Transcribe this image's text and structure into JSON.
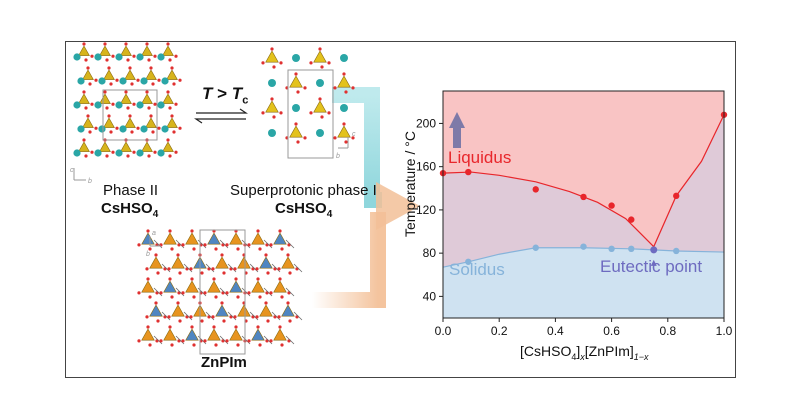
{
  "phase2": {
    "caption": "Phase II",
    "formula": "CsHSO",
    "sub": "4"
  },
  "phase1": {
    "caption": "Superprotonic phase I",
    "formula": "CsHSO",
    "sub": "4"
  },
  "transition": {
    "T": "T",
    "gt": ">",
    "Tc": "T",
    "c_sub": "c"
  },
  "znpim": {
    "formula": "ZnPIm"
  },
  "axes_letters": {
    "a": "a",
    "b": "b",
    "c": "c"
  },
  "colors": {
    "liquid": "#f9c4c4",
    "solid": "#cfe2f1",
    "mix": "#dccbda",
    "liquidus": "#e8262b",
    "solidus": "#86b3da",
    "eutectic": "#6e6bc0"
  },
  "chart_data": {
    "type": "scatter",
    "xlabel_prefix": "[CsHSO",
    "xlabel_sub1": "4",
    "xlabel_mid": "]",
    "xlabel_x": "x",
    "xlabel_rest": "[ZnPIm]",
    "xlabel_sub2": "1−x",
    "ylabel": "Temperature / °C",
    "xlim": [
      0,
      1.0
    ],
    "ylim": [
      20,
      230
    ],
    "x_ticks": [
      "0.0",
      "0.2",
      "0.4",
      "0.6",
      "0.8",
      "1.0"
    ],
    "y_ticks": [
      "40",
      "80",
      "120",
      "160",
      "200"
    ],
    "series": [
      {
        "name": "Liquidus",
        "points": [
          [
            0.0,
            154
          ],
          [
            0.09,
            155
          ],
          [
            0.33,
            139
          ],
          [
            0.5,
            132
          ],
          [
            0.6,
            124
          ],
          [
            0.67,
            111
          ],
          [
            0.83,
            133
          ],
          [
            1.0,
            208
          ]
        ]
      },
      {
        "name": "Solidus",
        "points": [
          [
            0.09,
            72
          ],
          [
            0.33,
            85
          ],
          [
            0.5,
            86
          ],
          [
            0.6,
            84
          ],
          [
            0.67,
            84
          ],
          [
            0.75,
            83
          ],
          [
            0.83,
            82
          ]
        ]
      }
    ],
    "eutectic": {
      "label": "Eutectic point",
      "x": 0.75,
      "y": 83
    }
  }
}
